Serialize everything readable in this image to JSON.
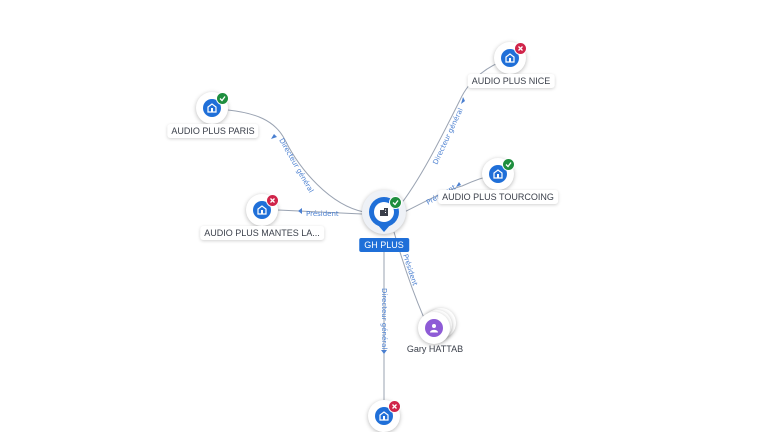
{
  "center": {
    "name": "GH PLUS",
    "status": "active"
  },
  "companies": [
    {
      "id": "paris",
      "name": "AUDIO PLUS PARIS",
      "status": "active",
      "relation": "Directeur général"
    },
    {
      "id": "nice",
      "name": "AUDIO PLUS NICE",
      "status": "inactive",
      "relation": "Directeur général"
    },
    {
      "id": "tourcoing",
      "name": "AUDIO PLUS TOURCOING",
      "status": "active",
      "relation": "Président"
    },
    {
      "id": "mantes",
      "name": "AUDIO PLUS MANTES LA...",
      "status": "inactive",
      "relation": "Président"
    },
    {
      "id": "bottom",
      "name": "",
      "status": "inactive",
      "relation": "Directeur général"
    }
  ],
  "persons": [
    {
      "id": "hattab",
      "name": "Gary HATTAB",
      "relation": "Président"
    }
  ],
  "status_colors": {
    "active": "#1e8e3e",
    "inactive": "#d0244a"
  },
  "icons": {
    "company": "building-icon",
    "person": "person-icon",
    "active": "check-icon",
    "inactive": "close-icon"
  }
}
